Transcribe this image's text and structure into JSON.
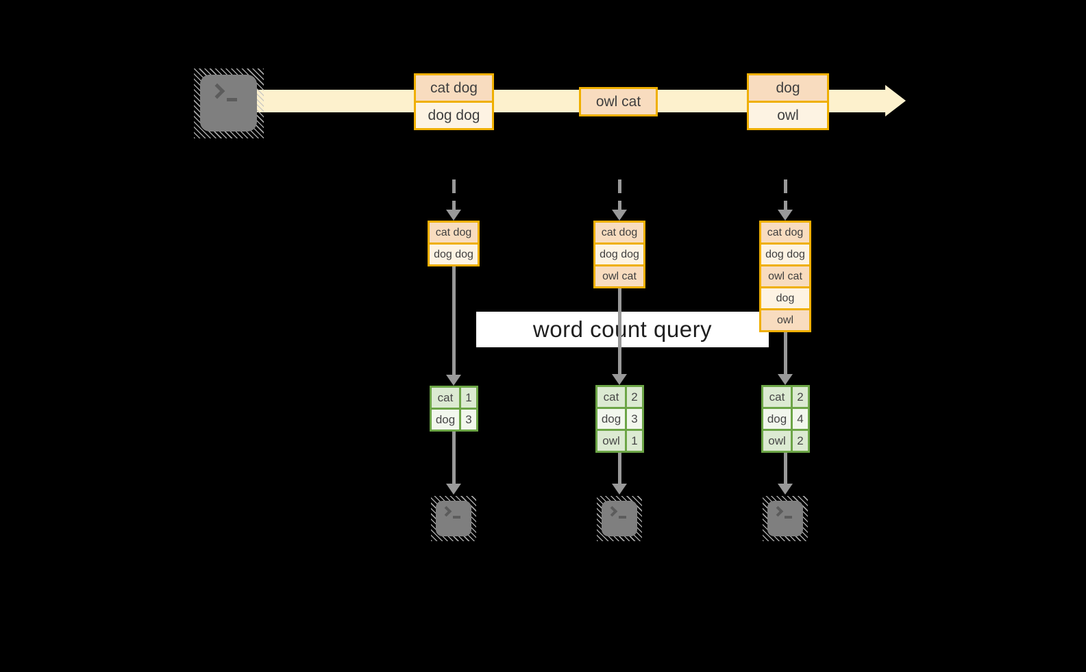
{
  "diagram": {
    "query_label": "word count query",
    "source": {
      "icon": "terminal-icon"
    },
    "stream": {
      "batches": [
        {
          "items": [
            "cat dog",
            "dog dog"
          ]
        },
        {
          "items": [
            "owl cat"
          ]
        },
        {
          "items": [
            "dog",
            "owl"
          ]
        }
      ]
    },
    "columns": [
      {
        "state": [
          "cat dog",
          "dog dog"
        ],
        "counts": [
          {
            "word": "cat",
            "count": "1"
          },
          {
            "word": "dog",
            "count": "3"
          }
        ]
      },
      {
        "state": [
          "cat dog",
          "dog dog",
          "owl cat"
        ],
        "counts": [
          {
            "word": "cat",
            "count": "2"
          },
          {
            "word": "dog",
            "count": "3"
          },
          {
            "word": "owl",
            "count": "1"
          }
        ]
      },
      {
        "state": [
          "cat dog",
          "dog dog",
          "owl cat",
          "dog",
          "owl"
        ],
        "counts": [
          {
            "word": "cat",
            "count": "2"
          },
          {
            "word": "dog",
            "count": "4"
          },
          {
            "word": "owl",
            "count": "2"
          }
        ]
      }
    ],
    "sinks": [
      {
        "icon": "terminal-icon"
      },
      {
        "icon": "terminal-icon"
      },
      {
        "icon": "terminal-icon"
      }
    ],
    "colors": {
      "background": "#000000",
      "stream_band": "#FDF1CD",
      "box_border": "#EFAF00",
      "cell_peach": "#F8DCBF",
      "cell_cream": "#FDF3E3",
      "table_border": "#6CA546",
      "table_row_dark": "#DCEAD2",
      "table_row_light": "#F2F7ED",
      "arrow_gray": "#999999",
      "terminal_fill": "#7F7F7F",
      "query_band": "#FFFFFF"
    }
  }
}
